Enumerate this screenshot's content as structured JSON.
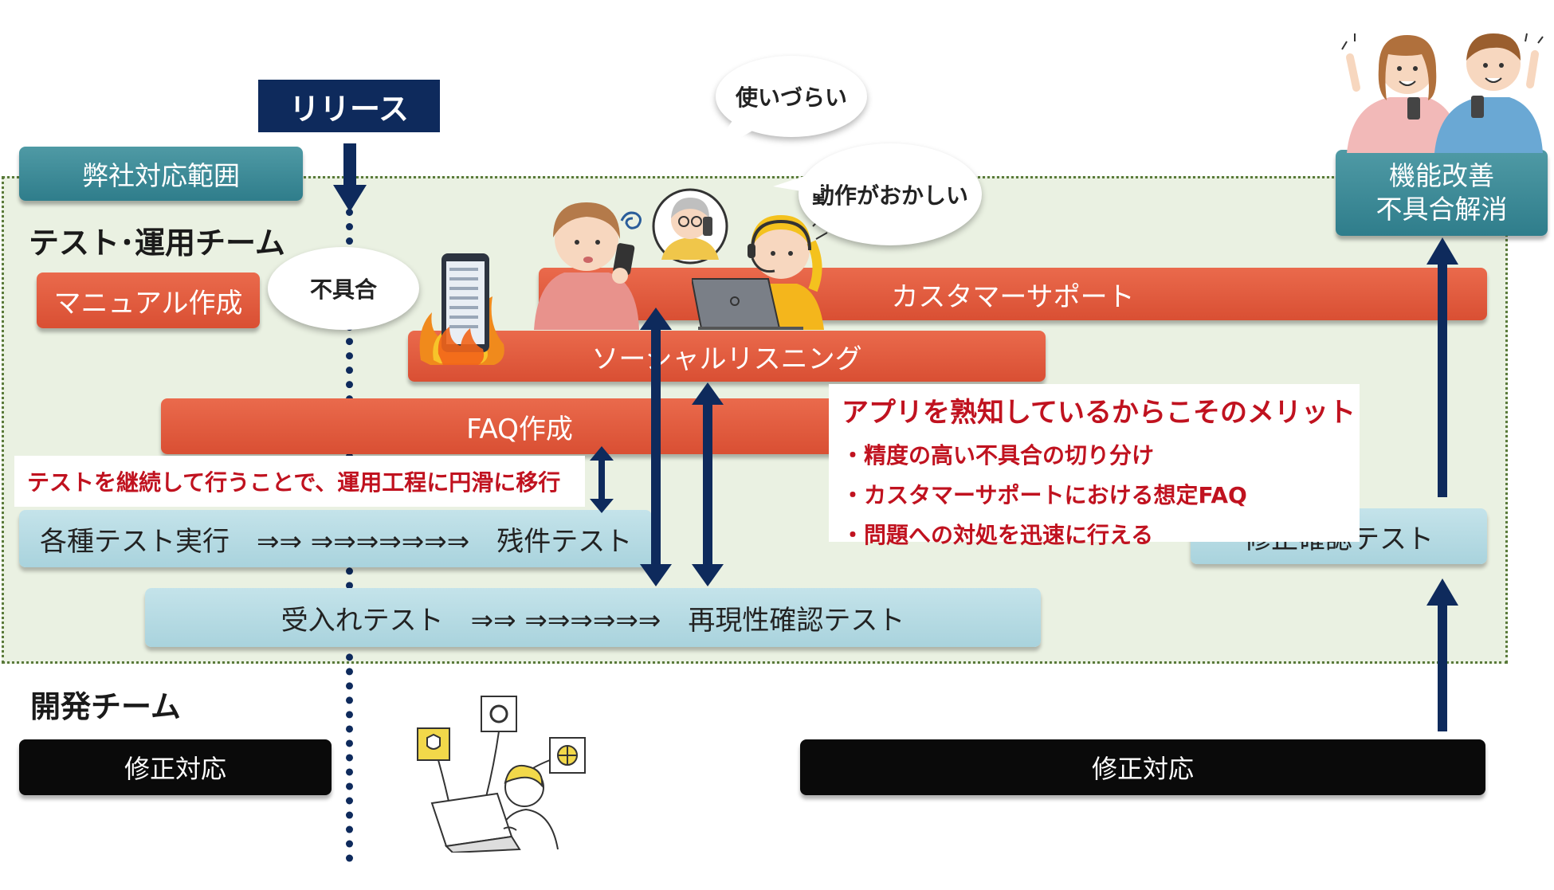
{
  "release_label": "リリース",
  "scope_label": "弊社対応範囲",
  "test_ops_team": "テスト･運用チーム",
  "dev_team": "開発チーム",
  "orange_bars": {
    "manual": "マニュアル作成",
    "customer_support": "カスタマーサポート",
    "social_listening": "ソーシャルリスニング",
    "faq": "FAQ作成"
  },
  "bubbles": {
    "defect": "不具合",
    "hard_to_use": "使いづらい",
    "weird_behavior": "動作がおかしい"
  },
  "continuous_note": "テストを継続して行うことで、運用工程に円滑に移行",
  "blue_bars": {
    "test_run": "各種テスト実行　⇒⇒ ⇒⇒⇒⇒⇒⇒⇒　残件テスト",
    "acceptance": "受入れテスト　⇒⇒ ⇒⇒⇒⇒⇒⇒　再現性確認テスト",
    "fix_check": "修正確認テスト"
  },
  "merit": {
    "title": "アプリを熟知しているからこそのメリット",
    "items": [
      "・精度の高い不具合の切り分け",
      "・カスタマーサポートにおける想定FAQ",
      "・問題への対処を迅速に行える"
    ]
  },
  "improvement": {
    "line1": "機能改善",
    "line2": "不具合解消"
  },
  "fix": {
    "left": "修正対応",
    "right": "修正対応"
  },
  "colors": {
    "orange": "#e05a3c",
    "light_blue": "#b3d9e1",
    "navy": "#0e2a5c",
    "teal": "#3a8894",
    "zone_bg": "#eaf1e2",
    "red_text": "#c0121f"
  }
}
